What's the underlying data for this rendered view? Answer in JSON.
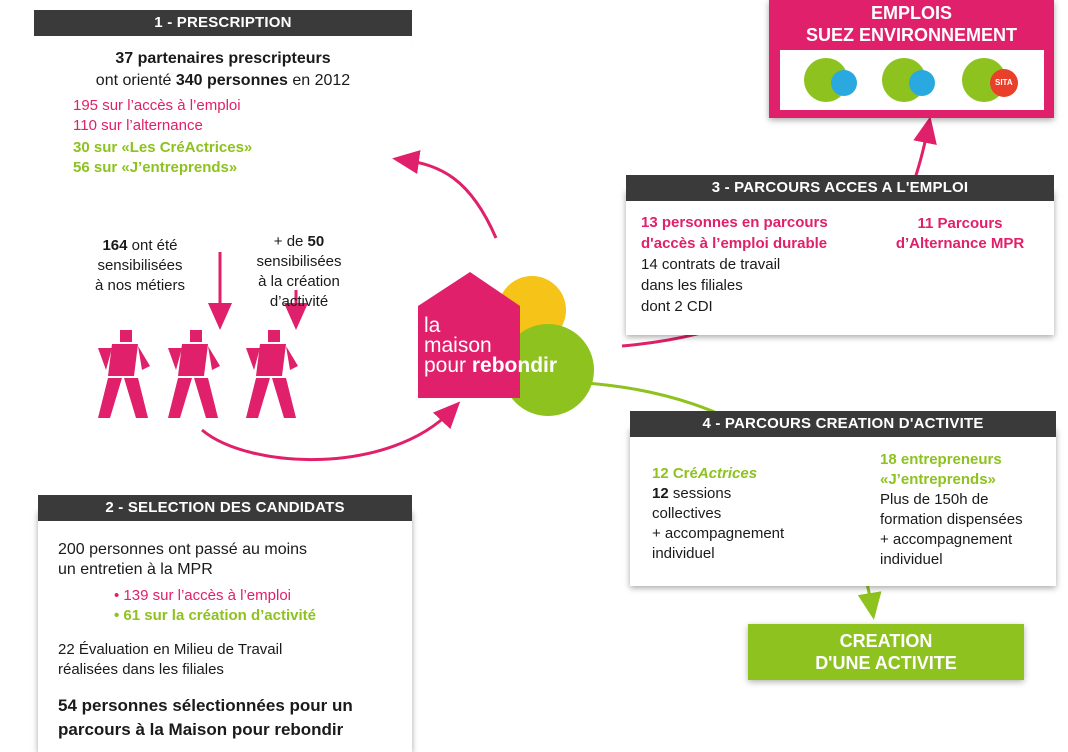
{
  "colors": {
    "pink": "#e0206a",
    "green": "#8dc21f",
    "dark": "#3a3a3a",
    "yellow": "#f6c318"
  },
  "prescription": {
    "header": "1 - PRESCRIPTION",
    "l1": "37 partenaires prescripteurs",
    "l2a": "ont orienté ",
    "l2b": "340 personnes",
    "l2c": " en 2012",
    "l3": "195 sur l’accès à l’emploi",
    "l4": "110 sur l’alternance",
    "l5": "30 sur «Les CréActrices»",
    "l6": "56 sur «J’entreprends»"
  },
  "stats": {
    "n164": "164",
    "s164a": " ont été",
    "s164b": "sensibilisées",
    "s164c": "à nos métiers",
    "plus": "+ de ",
    "n50": "50",
    "s50a": "sensibilisées",
    "s50b": "à la création",
    "s50c": "d’activité"
  },
  "logo": {
    "la": "la",
    "maison": "maison",
    "pour": "pour",
    "rebondir": "rebondir"
  },
  "emplois": {
    "title1": "EMPLOIS",
    "title2": "SUEZ ENVIRONNEMENT",
    "badge3": "SITA"
  },
  "acces": {
    "header": "3 - PARCOURS ACCES A L'EMPLOI",
    "l1": "13 personnes en parcours",
    "l2": "d'accès à l’emploi durable",
    "l3": "14 contrats de travail",
    "l4": "dans les filiales",
    "l5": "dont 2 CDI",
    "r1": "11 Parcours",
    "r2": "d’Alternance MPR"
  },
  "creation": {
    "header": "4 - PARCOURS CREATION D'ACTIVITE",
    "l1a": "12 Cré",
    "l1b": "Actrices",
    "l2a": "12",
    "l2b": " sessions",
    "l3": "collectives",
    "l4": "+ accompagnement",
    "l5": "individuel",
    "r1": "18 entrepreneurs",
    "r2": "«J’entreprends»",
    "r3": "Plus de 150h de",
    "r4": "formation dispensées",
    "r5": "+ accompagnement",
    "r6": "individuel"
  },
  "selection": {
    "header": "2 - SELECTION DES CANDIDATS",
    "l1": "200 personnes ont passé au moins",
    "l2": "un entretien à la MPR",
    "b1": "• 139 sur l’accès à l’emploi",
    "b2": "• 61 sur la création d’activité",
    "l3": "22 Évaluation en Milieu de Travail",
    "l4": "réalisées dans les filiales",
    "l5": "54 personnes sélectionnées pour un",
    "l6": "parcours à la Maison pour rebondir"
  },
  "result": {
    "l1": "CREATION",
    "l2": "D'UNE ACTIVITE"
  }
}
